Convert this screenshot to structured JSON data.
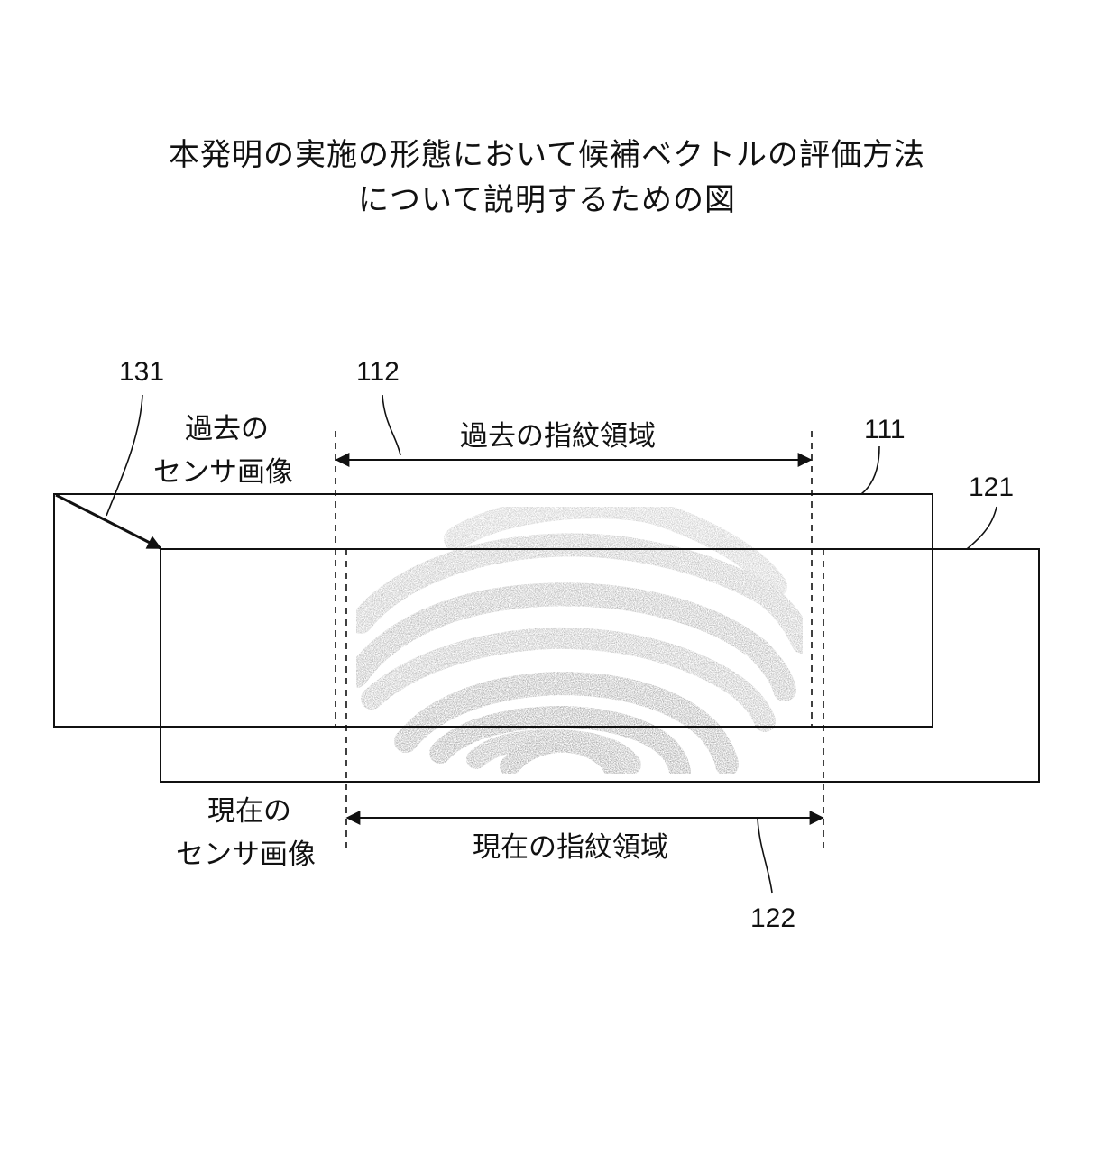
{
  "title": {
    "line1": "本発明の実施の形態において候補ベクトルの評価方法",
    "line2": "について説明するための図"
  },
  "labels": {
    "past_sensor_line1": "過去の",
    "past_sensor_line2": "センサ画像",
    "current_sensor_line1": "現在の",
    "current_sensor_line2": "センサ画像",
    "past_fingerprint_region": "過去の指紋領域",
    "current_fingerprint_region": "現在の指紋領域"
  },
  "reference_numerals": {
    "past_image": "111",
    "past_region": "112",
    "current_image": "121",
    "current_region": "122",
    "vector": "131"
  },
  "colors": {
    "line": "#111111",
    "ridge_light": "#b0b0b0",
    "ridge_dark": "#8a8a8a"
  }
}
